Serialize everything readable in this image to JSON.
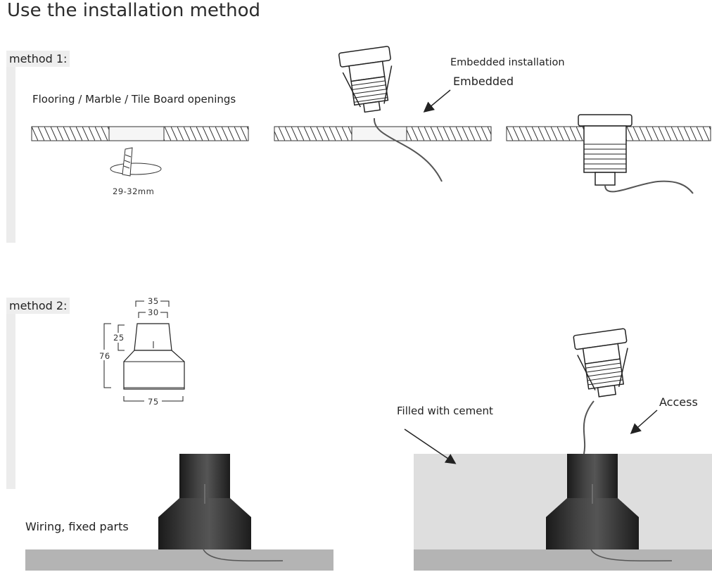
{
  "title": "Use the installation method",
  "method1": {
    "label": "method 1:",
    "openings_text": "Flooring / Marble / Tile Board openings",
    "size_text": "29-32mm",
    "embedded_installation": "Embedded installation",
    "embedded": "Embedded"
  },
  "method2": {
    "label": "method 2:",
    "dims": {
      "top_outer": "35",
      "top_inner": "30",
      "height_top": "25",
      "height_total": "76",
      "bottom_width": "75"
    },
    "wiring_text": "Wiring, fixed parts",
    "cement_text": "Filled with cement",
    "access_text": "Access"
  }
}
